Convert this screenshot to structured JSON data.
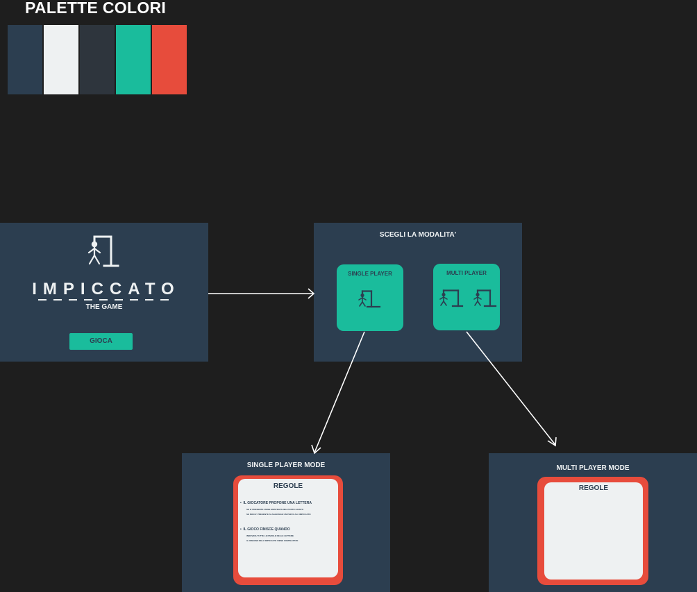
{
  "palette": {
    "title": "PALETTE COLORI",
    "colors": [
      "#2c3e50",
      "#eef1f2",
      "#2e353d",
      "#1abc9c",
      "#e74c3c"
    ]
  },
  "home_screen": {
    "icon": "hangman-icon",
    "title": "IMPICCATO",
    "subtitle": "THE GAME",
    "play_button": "GIOCA"
  },
  "mode_screen": {
    "heading": "SCEGLI LA MODALITA'",
    "single": {
      "label": "SINGLE PLAYER",
      "icon": "hangman-icon"
    },
    "multi": {
      "label": "MULTI PLAYER",
      "icon": "two-hangman-icon"
    }
  },
  "single_screen": {
    "heading": "SINGLE PLAYER MODE",
    "rules_heading": "REGOLE",
    "rules": [
      {
        "title": "IL GIOCATORE PROPONE UNA LETTERA",
        "details": [
          "SE E' PRESENTE VIENE MOSTRATA NEL POSTO GIUSTO",
          "SE NON E' PRESENTE SI AGGIUNGE UN PEZZO ALL'IMPICCATO"
        ]
      },
      {
        "title": "IL GIOCO FINISCE QUANDO",
        "details": [
          "INDOVINA TUTTE LE PAROLE DELLE LETTERE",
          "IL DISEGNO DELL'IMPICCATO VIENE COMPLETATO"
        ]
      }
    ]
  },
  "multi_screen": {
    "heading": "MULTI PLAYER MODE",
    "rules_heading": "REGOLE"
  },
  "colors": {
    "background": "#1e1e1e",
    "frame": "#2c3e50",
    "accent": "#1abc9c",
    "danger": "#e74c3c",
    "light": "#eef1f2"
  }
}
